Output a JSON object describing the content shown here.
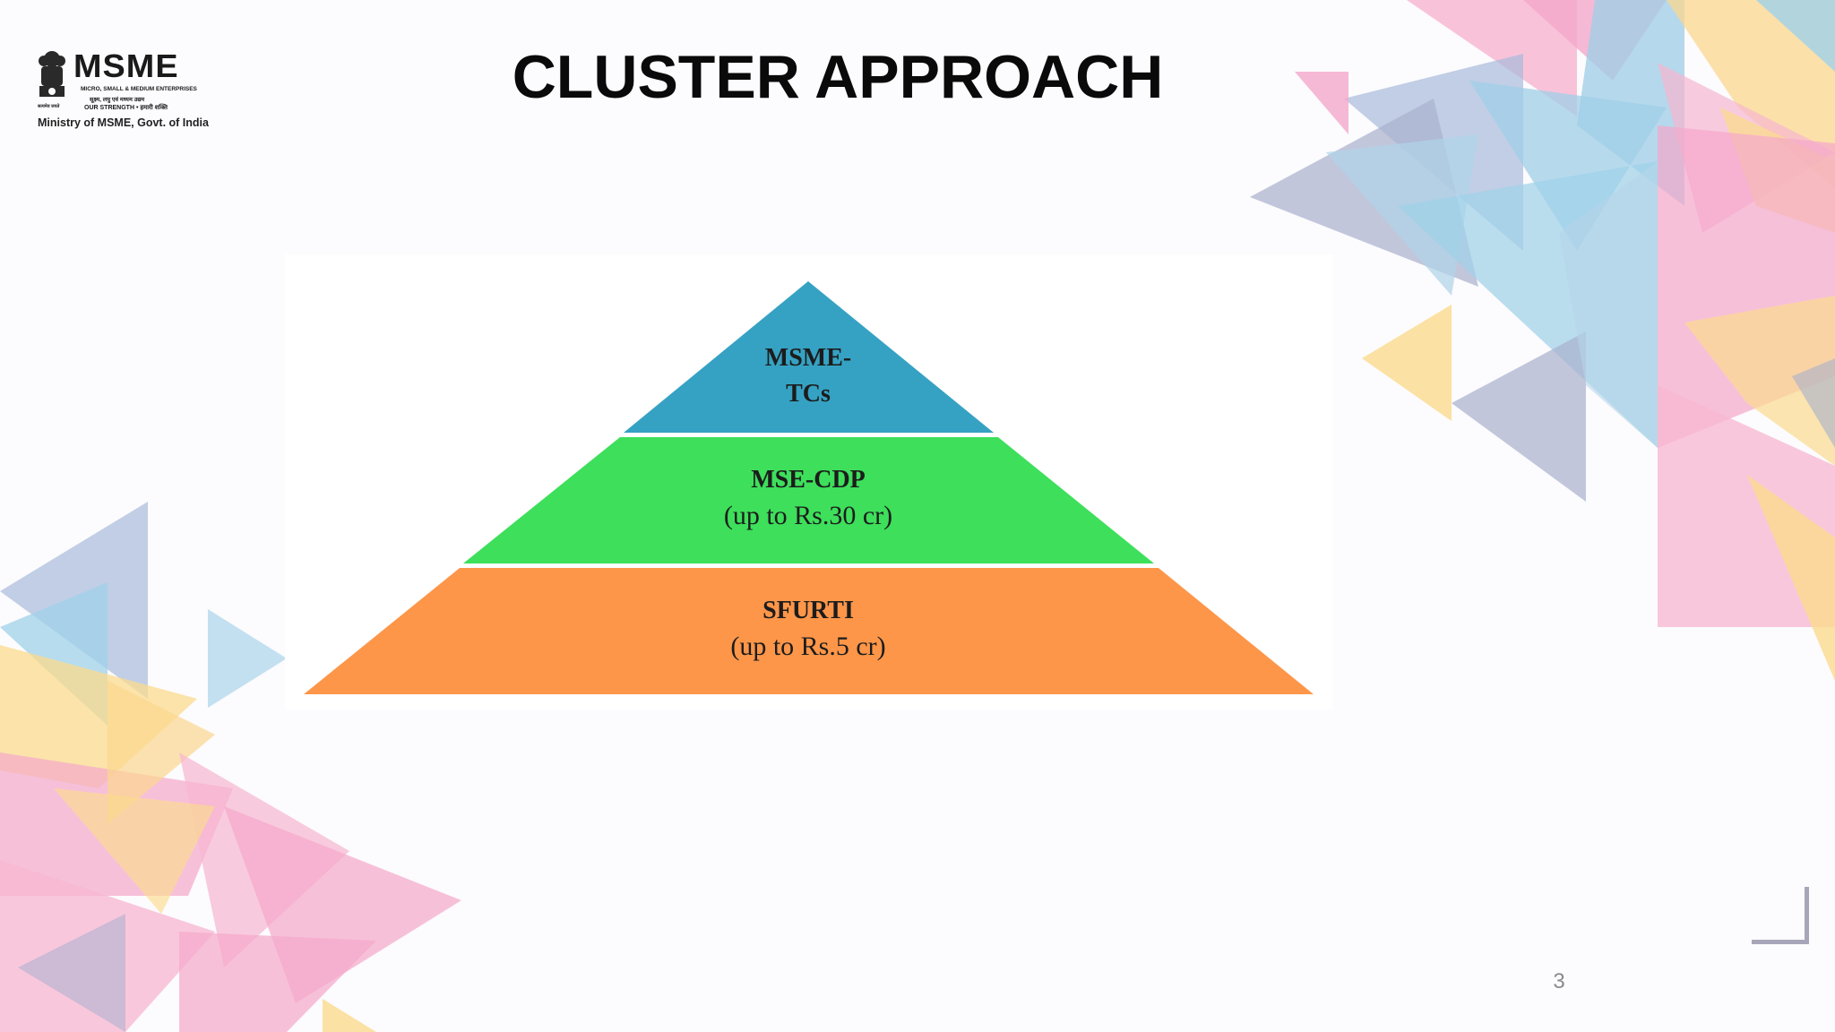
{
  "slide": {
    "title": "CLUSTER APPROACH",
    "page_number": "3"
  },
  "logo": {
    "wordmark": "MSME",
    "line1": "MICRO, SMALL & MEDIUM ENTERPRISES",
    "line2": "सूक्ष्म, लघु एवं मध्यम उद्यम",
    "line3": "OUR STRENGTH • हमारी शक्ति",
    "emblem_caption": "सत्यमेव जयते",
    "ministry": "Ministry of MSME, Govt. of India"
  },
  "pyramid": {
    "levels": [
      {
        "name": "MSME-",
        "name2": "TCs",
        "subtitle": "",
        "color": "#35a2c3"
      },
      {
        "name": "MSE-CDP",
        "subtitle": "(up to Rs.30 cr)",
        "color": "#3ddf5b"
      },
      {
        "name": "SFURTI",
        "subtitle": "(up to Rs.5 cr)",
        "color": "#fd9649"
      }
    ]
  },
  "colors": {
    "title": "#0a0a0a",
    "background": "#fcfbfd",
    "decor_pink": "#f39ac2",
    "decor_blue": "#8fcbe6",
    "decor_yellow": "#fbd57a",
    "decor_slate": "#9aa4c4"
  }
}
